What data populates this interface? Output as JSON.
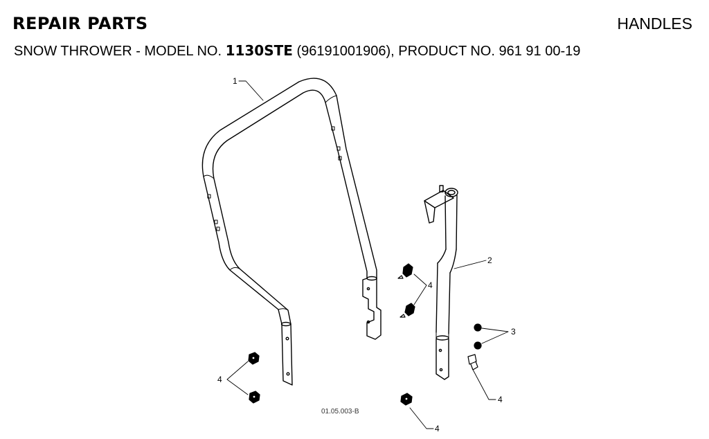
{
  "header": {
    "section": "REPAIR PARTS",
    "category": "HANDLES"
  },
  "subtitle": {
    "prefix": "SNOW THROWER - MODEL NO. ",
    "model": "1130STE",
    "suffix": " (96191001906), PRODUCT NO. 961 91 00-19"
  },
  "diagram": {
    "drawing_code": "01.05.003-B",
    "callouts": {
      "upper_handle": "1",
      "lower_handle": "2",
      "bolts_right": "3",
      "bolts_center": "4",
      "bolts_left": "4",
      "bolt_right_low": "4",
      "bolt_bottom": "4"
    }
  }
}
